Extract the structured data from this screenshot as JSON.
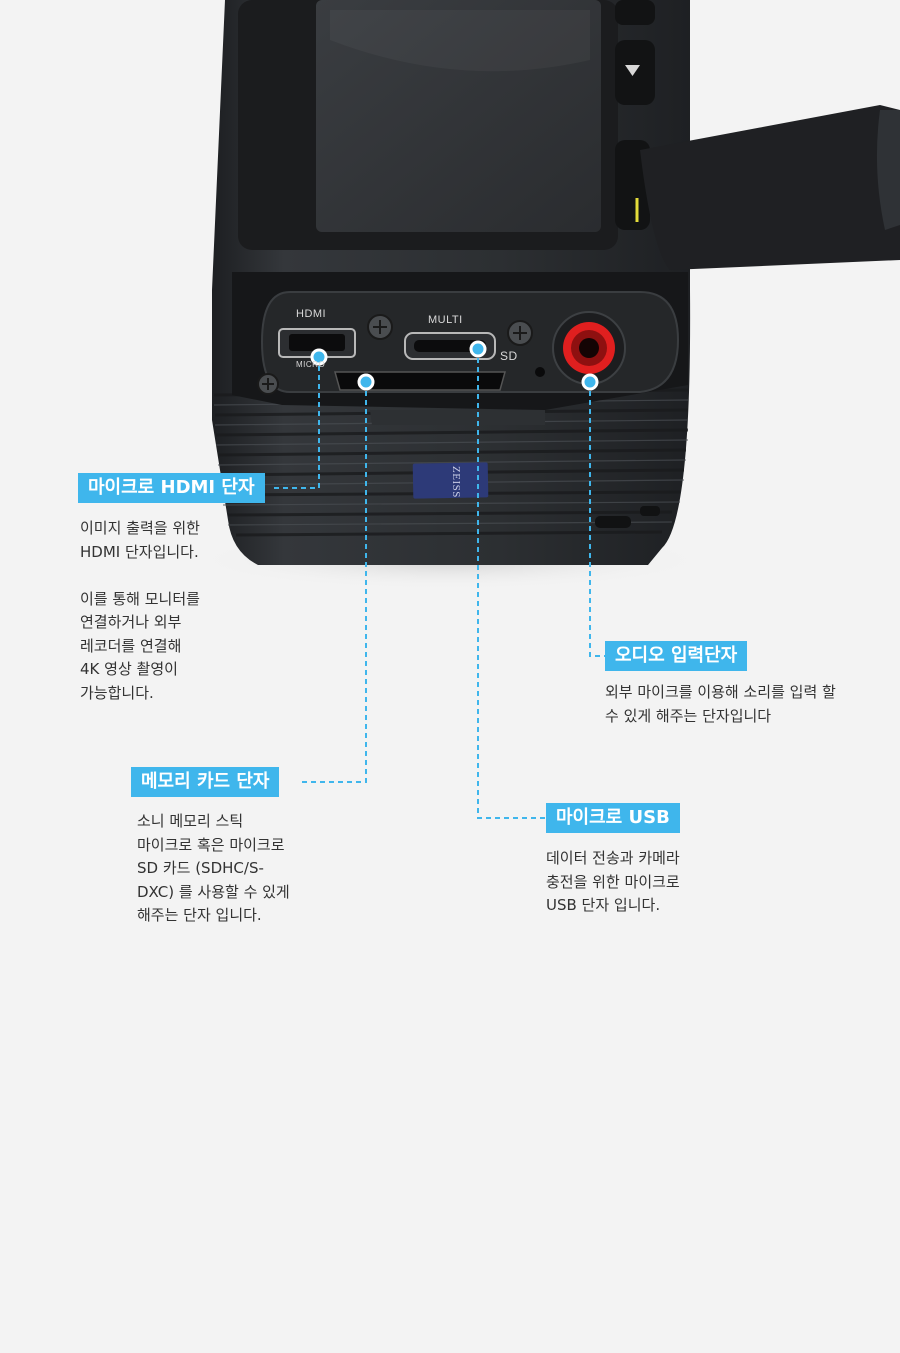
{
  "device_markings": {
    "hdmi": "HDMI",
    "micro": "MICRO",
    "multi": "MULTI",
    "sd": "SD",
    "lens_brand": "ZEISS"
  },
  "callouts": [
    {
      "title": "마이크로 HDMI 단자",
      "description": "이미지 출력을 위한\nHDMI 단자입니다.\n\n이를 통해 모니터를\n연결하거나 외부\n레코더를 연결해\n4K 영상 촬영이\n가능합니다."
    },
    {
      "title": "메모리 카드 단자",
      "description": "소니 메모리 스틱\n마이크로 혹은 마이크로\nSD 카드 (SDHC/S-\nDXC) 를 사용할 수 있게\n해주는 단자 입니다."
    },
    {
      "title": "마이크로 USB",
      "description": "데이터 전송과 카메라\n충전을 위한 마이크로\nUSB 단자 입니다."
    },
    {
      "title": "오디오 입력단자",
      "description": "외부 마이크를 이용해 소리를 입력 할\n수 있게 해주는 단자입니다"
    }
  ],
  "colors": {
    "accent": "#3fb6ec",
    "background": "#f3f3f3",
    "camera_body": "#2a2c2f",
    "audio_port_ring": "#e01f1f"
  }
}
